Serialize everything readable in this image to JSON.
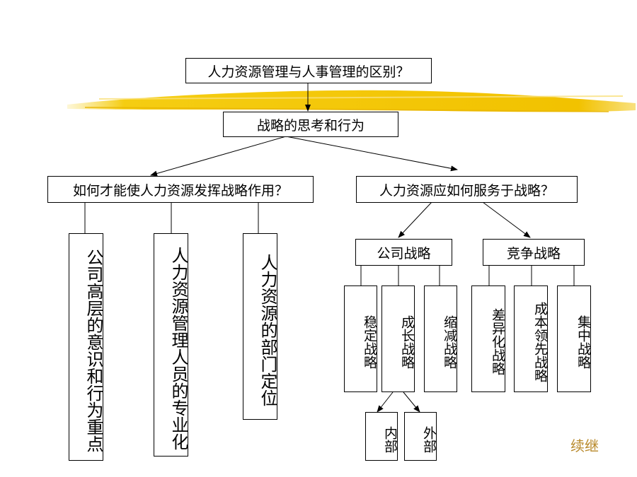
{
  "title": "人力资源管理与人事管理的区别？",
  "level1": "战略的思考和行为",
  "left_question": "如何才能使人力资源发挥战略作用？",
  "right_question": "人力资源应如何服务于战略？",
  "left_branches": [
    "公司高层的意识和行为重点",
    "人力资源管理人员的专业化",
    "人力资源的部门定位"
  ],
  "corporate": {
    "label": "公司战略",
    "items": [
      "稳定战略",
      "成长战略",
      "缩减战略"
    ],
    "growth_sub": [
      "内部",
      "外部"
    ]
  },
  "competitive": {
    "label": "竞争战略",
    "items": [
      "差异化战略",
      "成本领先战略",
      "集中战略"
    ]
  },
  "continue_link": "续继",
  "colors": {
    "stroke_band": "#f2c200",
    "link": "#b8892b"
  }
}
